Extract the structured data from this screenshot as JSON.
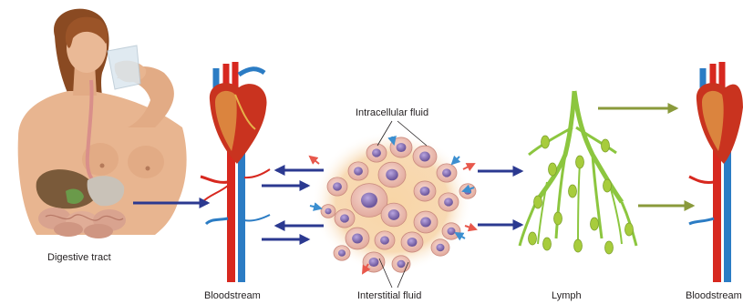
{
  "labels": {
    "digestive_tract": "Digestive tract",
    "bloodstream_left": "Bloodstream",
    "intracellular_fluid": "Intracellular fluid",
    "interstitial_fluid": "Interstitial fluid",
    "lymph": "Lymph",
    "bloodstream_right": "Bloodstream"
  },
  "colors": {
    "flow_arrow": "#2b3990",
    "lymph_return_arrow": "#8a9a3b",
    "artery": "#d7281f",
    "vein": "#2b7cc4",
    "skin": "#e8b590",
    "hair": "#8a4a22",
    "cell_membrane": "#d89a90",
    "cell_nucleus": "#7a63a8",
    "fluid_glow": "#f6d3a6",
    "lymph_vessel": "#8cc63f",
    "lymph_node": "#a7cc3c"
  }
}
